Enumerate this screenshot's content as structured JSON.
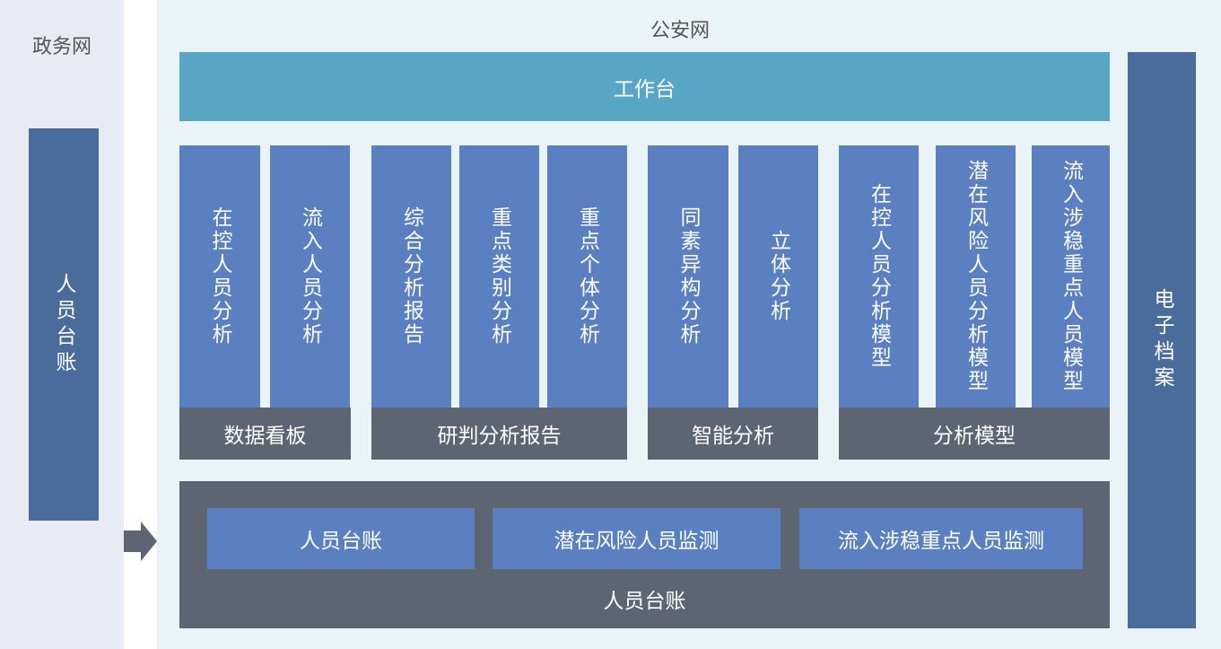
{
  "left_panel": {
    "title": "政务网",
    "box": "人员台账"
  },
  "main_panel": {
    "title": "公安网",
    "workbench": "工作台",
    "archive": "电子档案"
  },
  "groups": [
    {
      "label": "数据看板",
      "items": [
        "在控人员分析",
        "流入人员分析"
      ]
    },
    {
      "label": "研判分析报告",
      "items": [
        "综合分析报告",
        "重点类别分析",
        "重点个体分析"
      ]
    },
    {
      "label": "智能分析",
      "items": [
        "同素异构分析",
        "立体分析"
      ]
    },
    {
      "label": "分析模型",
      "items": [
        "在控人员分析模型",
        "潜在风险人员分析模型",
        "流入涉稳重点人员模型"
      ]
    }
  ],
  "bottom": {
    "label": "人员台账",
    "items": [
      "人员台账",
      "潜在风险人员监测",
      "流入涉稳重点人员监测"
    ]
  },
  "colors": {
    "teal": "#56a6c4",
    "blue": "#5a80c2",
    "dark": "#5d6573",
    "steel": "#496c9c"
  },
  "icons": {
    "arrow": "arrow-right-icon"
  }
}
